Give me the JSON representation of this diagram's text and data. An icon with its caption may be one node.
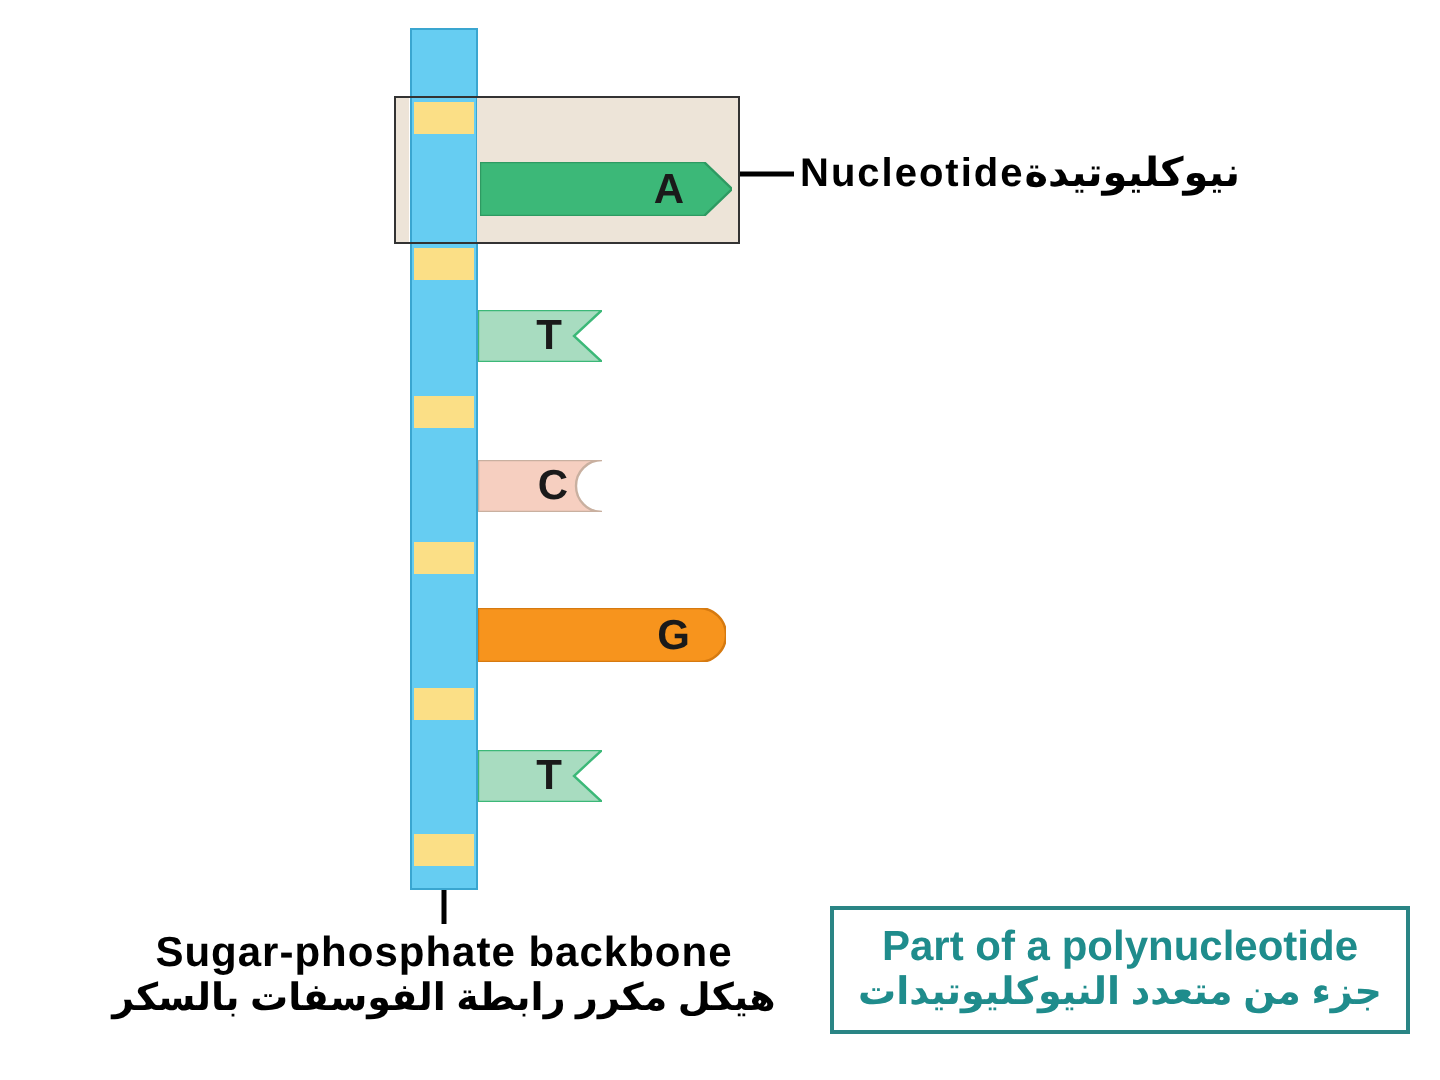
{
  "diagram": {
    "nodes": [
      {
        "text": [],
        "shape": "bar"
      },
      {
        "text": [],
        "shape": "box"
      },
      {
        "text": [
          "A"
        ],
        "in": 1
      },
      {
        "text": [
          "T"
        ]
      },
      {
        "text": [
          "C"
        ]
      },
      {
        "text": [
          "G"
        ]
      },
      {
        "text": [
          "T"
        ]
      },
      {
        "text": [
          "Nucleotideنيوكليوتيدة"
        ]
      },
      {
        "text": [
          "Sugar-phosphate backbone",
          "هيكل مكرر رابطة الفوسفات بالسكر"
        ]
      },
      {
        "text": [
          "Part of a polynucleotide",
          "جزء من متعدد النيوكليوتيدات"
        ]
      }
    ],
    "edges": [
      {
        "from": 7,
        "to": 1,
        "arrow": "none"
      },
      {
        "from": 8,
        "to": 0,
        "arrow": "none"
      }
    ]
  }
}
